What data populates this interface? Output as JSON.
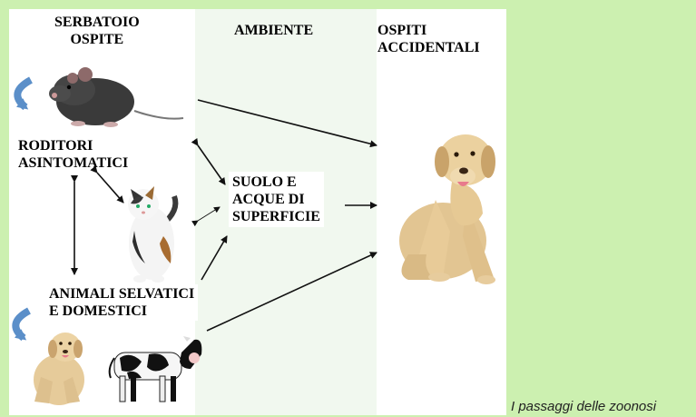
{
  "labels": {
    "reservoir_line1": "SERBATOIO",
    "reservoir_line2": "OSPITE",
    "environment": "AMBIENTE",
    "hosts_line1": "OSPITI",
    "hosts_line2": "ACCIDENTALI",
    "rodents_line1": "RODITORI",
    "rodents_line2": "ASINTOMATICI",
    "soil_line1": "SUOLO E",
    "soil_line2": "ACQUE DI",
    "soil_line3": "SUPERFICIE",
    "animals_line1": "ANIMALI SELVATICI",
    "animals_line2": "E DOMESTICI"
  },
  "caption": "I passaggi delle zoonosi",
  "colors": {
    "page_background": "#ccf0b0",
    "environment_band": "#f1f8ef",
    "cycle_arrow": "#5b8fc9"
  }
}
